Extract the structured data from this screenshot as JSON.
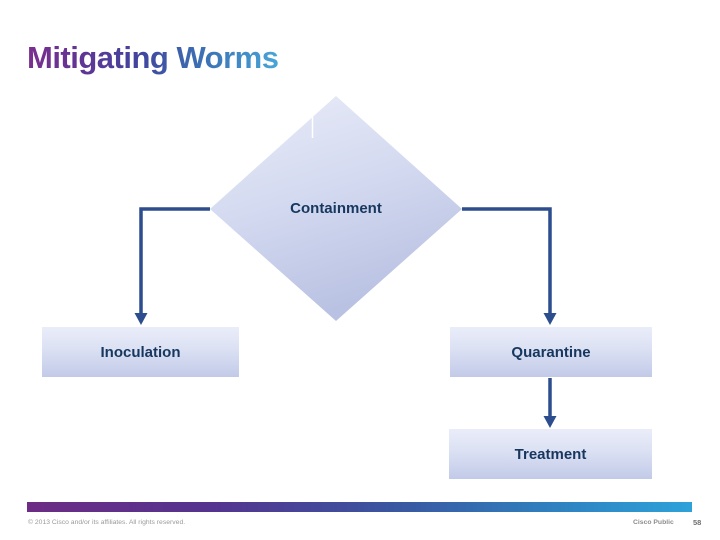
{
  "slide": {
    "title": "Mitigating Worms"
  },
  "diagram": {
    "containment_label": "Containment",
    "inoculation_label": "Inoculation",
    "quarantine_label": "Quarantine",
    "treatment_label": "Treatment"
  },
  "footer": {
    "copyright": "© 2013 Cisco and/or its affiliates. All rights reserved.",
    "classification": "Cisco Public",
    "page_number": "58"
  },
  "colors": {
    "title_gradient_start": "#7b2f8e",
    "title_gradient_end": "#49a5d7",
    "shape_fill_light": "#eaedf9",
    "shape_fill_dark": "#bac2e3",
    "shape_text": "#17375e",
    "connector": "#2c4d8e",
    "footer_bar_start": "#6d2c85",
    "footer_bar_end": "#2da2d9"
  }
}
